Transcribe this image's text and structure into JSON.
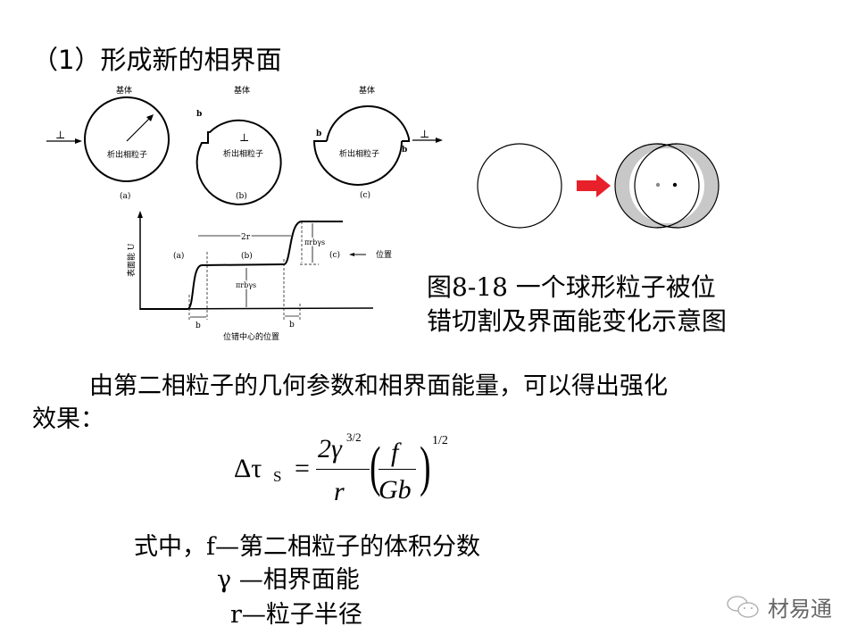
{
  "title": "（1）形成新的相界面",
  "diagram": {
    "matrix_label": "基体",
    "particle_label": "析出相粒子",
    "burgers_label": "b",
    "dislocation_symbol": "⊥",
    "panel_labels": [
      "(a)",
      "(b)",
      "(c)"
    ],
    "graph": {
      "y_label": "表面能 U",
      "x_label": "位错中心的位置",
      "width_label": "2r",
      "step_label_1": "πrbγs",
      "step_label_2": "πrbγs",
      "region_labels": [
        "(a)",
        "(b)",
        "(c)"
      ],
      "position_label": "位置",
      "b_label": "b"
    }
  },
  "caption": {
    "line1": "图8-18  一个球形粒子被位",
    "line2": "错切割及界面能变化示意图"
  },
  "paragraph": {
    "line1": "由第二相粒子的几何参数和相界面能量，可以得出强化",
    "line2": "效果："
  },
  "formula": {
    "lhs": "Δτ",
    "lhs_sub": "S",
    "equals": "=",
    "num": "2γ",
    "num_exp": "3/2",
    "den": "r",
    "inner_num": "f",
    "inner_den": "Gb",
    "outer_exp": "1/2"
  },
  "legend": {
    "f_line": "式中，f—第二相粒子的体积分数",
    "gamma_line": "γ —相界面能",
    "r_line": "r—粒子半径"
  },
  "watermark": "材易通",
  "colors": {
    "arrow": "#e8202a",
    "lune": "#c8c8c8"
  }
}
